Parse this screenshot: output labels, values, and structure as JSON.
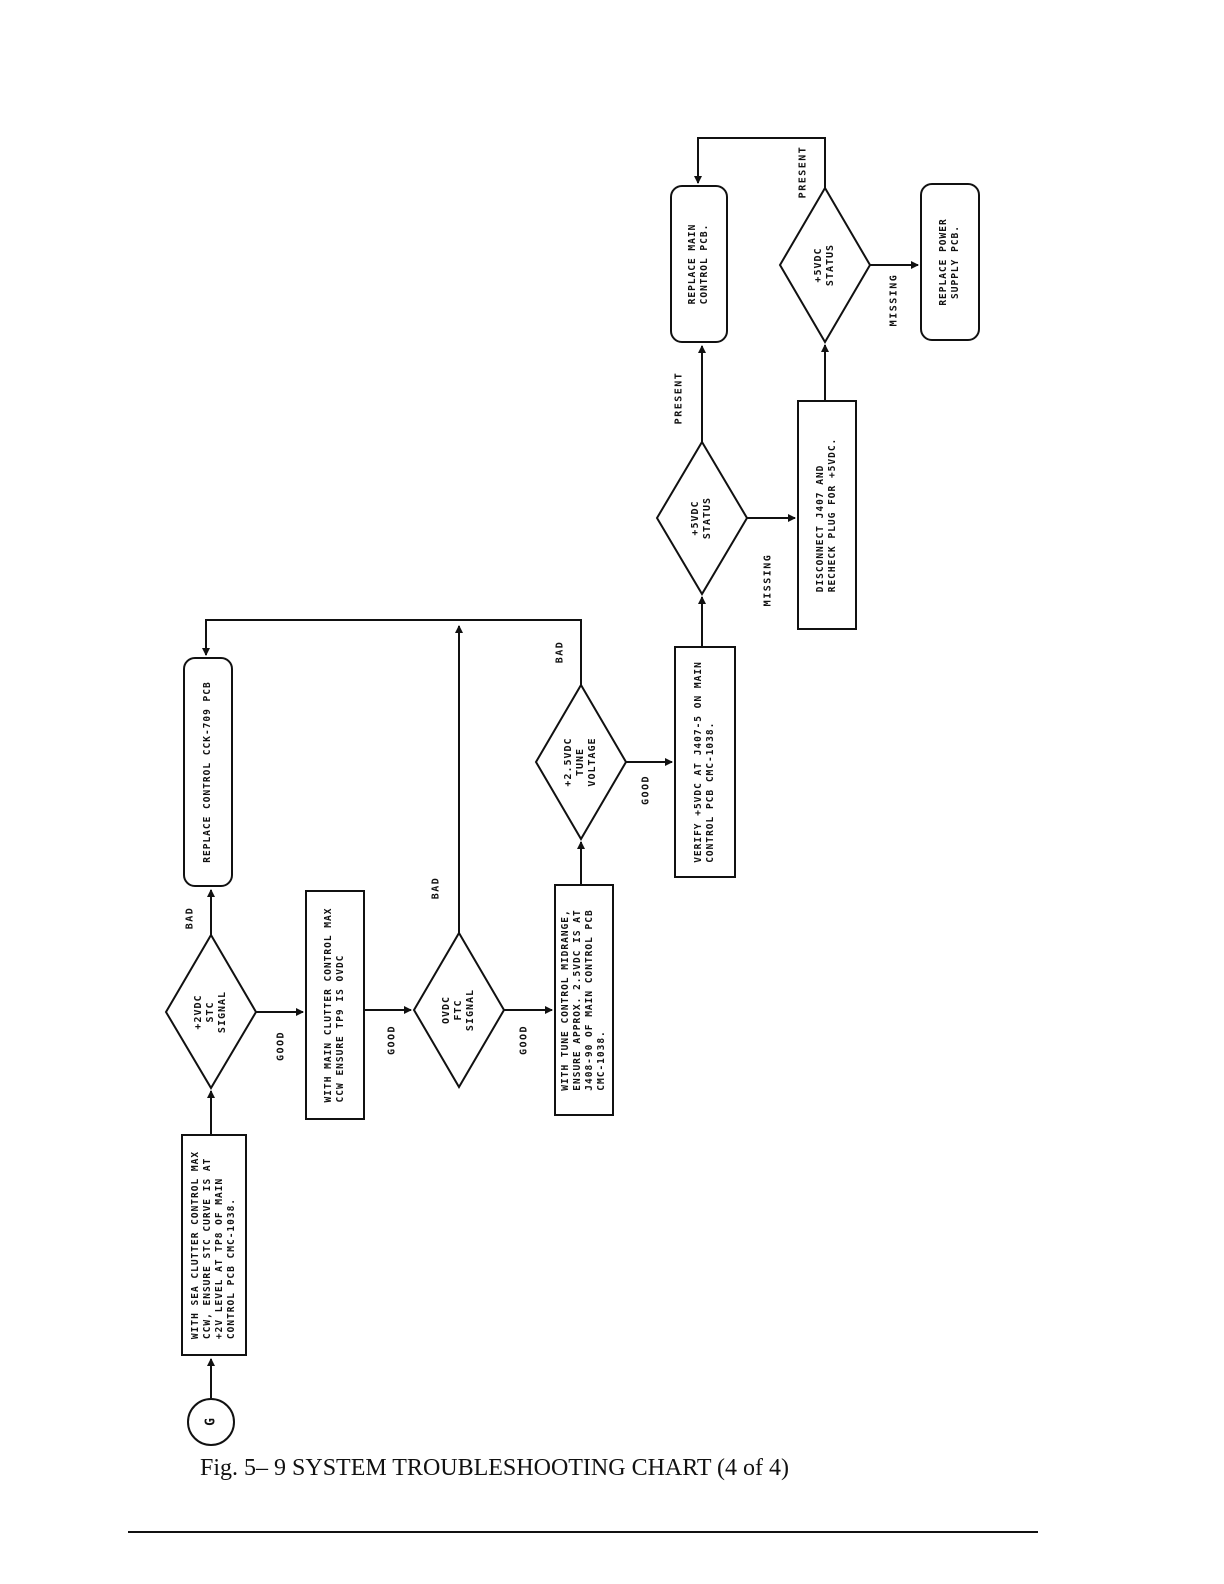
{
  "connector": {
    "label": "G"
  },
  "boxes": {
    "sea_clutter": "WITH SEA CLUTTER CONTROL MAX\nCCW, ENSURE STC CURVE IS AT\n+2V LEVEL AT TP8 OF MAIN\nCONTROL PCB CMC-1038.",
    "main_clutter": "WITH MAIN CLUTTER CONTROL MAX\nCCW ENSURE TP9 IS OVDC",
    "tune_control": "WITH TUNE CONTROL MIDRANGE,\nENSURE APPROX. 2.5VDC IS AT\nJ408-90 OF MAIN CONTROL PCB\nCMC-1038.",
    "replace_control": "REPLACE CONTROL CCK-709 PCB",
    "verify_5v": "VERIFY +5VDC AT J407-5 ON MAIN\nCONTROL PCB CMC-1038.",
    "disconnect_j407": "DISCONNECT J407 AND\nRECHECK PLUG FOR +5VDC.",
    "replace_main": "REPLACE MAIN\nCONTROL PCB.",
    "replace_power": "REPLACE POWER\nSUPPLY PCB."
  },
  "decisions": {
    "stc": "+2VDC\nSTC\nSIGNAL",
    "ftc": "OVDC\nFTC\nSIGNAL",
    "tune": "+2.5VDC\nTUNE\nVOLTAGE",
    "status1": "+5VDC\nSTATUS",
    "status2": "+5VDC\nSTATUS"
  },
  "labels": {
    "good_stc": "GOOD",
    "bad_stc": "BAD",
    "good_mid": "GOOD",
    "good_ftc": "GOOD",
    "bad_ftc": "BAD",
    "good_tune": "GOOD",
    "bad_tune": "BAD",
    "present1": "PRESENT",
    "missing1": "MISSING",
    "present2": "PRESENT",
    "missing2": "MISSING"
  },
  "caption": "Fig. 5– 9   SYSTEM TROUBLESHOOTING CHART (4 of 4)"
}
